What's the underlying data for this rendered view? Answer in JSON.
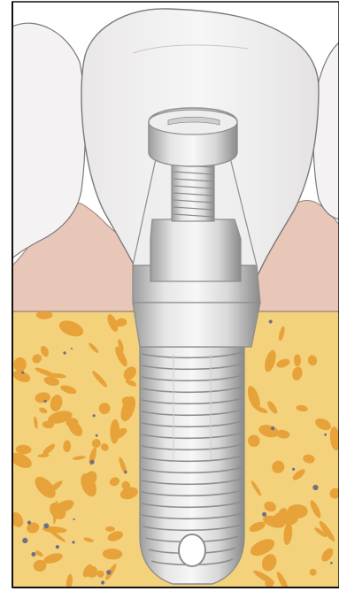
{
  "illustration": {
    "subject": "dental-implant",
    "layers": [
      "crowns",
      "gum",
      "bone",
      "implant-fixture",
      "abutment",
      "abutment-screw"
    ]
  },
  "colors": {
    "background": "#ffffff",
    "tooth": "#f4f2f2",
    "tooth_outline": "#7a7a7a",
    "gum": "#e8c7b8",
    "gum_line": "#9a7e74",
    "bone": "#f3d27b",
    "bone_spots": "#e7a23a",
    "bone_dark_spots": "#6f6f86",
    "metal_light": "#eeeeee",
    "metal_mid": "#cfcfcf",
    "metal_dark": "#8d8d8d",
    "border": "#111111"
  }
}
